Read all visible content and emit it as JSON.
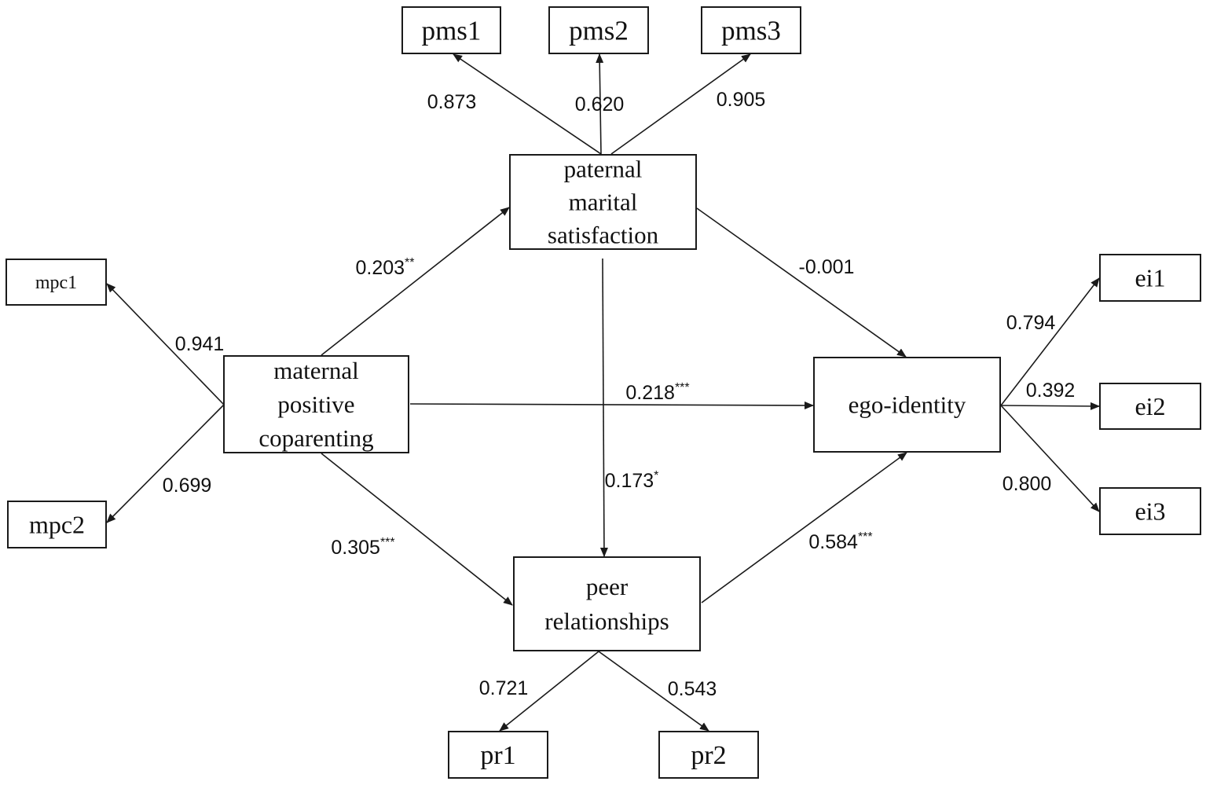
{
  "diagram": {
    "latent": [
      {
        "id": "pms",
        "label_lines": [
          "paternal",
          "marital",
          "satisfaction"
        ]
      },
      {
        "id": "mpc",
        "label_lines": [
          "maternal",
          "positive",
          "coparenting"
        ]
      },
      {
        "id": "pr",
        "label_lines": [
          "peer",
          "relationships"
        ]
      },
      {
        "id": "ei",
        "label_lines": [
          "ego-identity"
        ]
      }
    ],
    "indicators": [
      {
        "id": "pms1",
        "label": "pms1"
      },
      {
        "id": "pms2",
        "label": "pms2"
      },
      {
        "id": "pms3",
        "label": "pms3"
      },
      {
        "id": "mpc1",
        "label": "mpc1"
      },
      {
        "id": "mpc2",
        "label": "mpc2"
      },
      {
        "id": "ei1",
        "label": "ei1"
      },
      {
        "id": "ei2",
        "label": "ei2"
      },
      {
        "id": "ei3",
        "label": "ei3"
      },
      {
        "id": "pr1",
        "label": "pr1"
      },
      {
        "id": "pr2",
        "label": "pr2"
      }
    ],
    "loadings": [
      {
        "from": "pms",
        "to": "pms1",
        "value": "0.873",
        "sig": ""
      },
      {
        "from": "pms",
        "to": "pms2",
        "value": "0.620",
        "sig": ""
      },
      {
        "from": "pms",
        "to": "pms3",
        "value": "0.905",
        "sig": ""
      },
      {
        "from": "mpc",
        "to": "mpc1",
        "value": "0.941",
        "sig": ""
      },
      {
        "from": "mpc",
        "to": "mpc2",
        "value": "0.699",
        "sig": ""
      },
      {
        "from": "ei",
        "to": "ei1",
        "value": "0.794",
        "sig": ""
      },
      {
        "from": "ei",
        "to": "ei2",
        "value": "0.392",
        "sig": ""
      },
      {
        "from": "ei",
        "to": "ei3",
        "value": "0.800",
        "sig": ""
      },
      {
        "from": "pr",
        "to": "pr1",
        "value": "0.721",
        "sig": ""
      },
      {
        "from": "pr",
        "to": "pr2",
        "value": "0.543",
        "sig": ""
      }
    ],
    "paths": [
      {
        "from": "mpc",
        "to": "pms",
        "value": "0.203",
        "sig": "**"
      },
      {
        "from": "pms",
        "to": "ei",
        "value": "-0.001",
        "sig": ""
      },
      {
        "from": "mpc",
        "to": "ei",
        "value": "0.218",
        "sig": "***"
      },
      {
        "from": "pms",
        "to": "pr",
        "value": "0.173",
        "sig": "*"
      },
      {
        "from": "mpc",
        "to": "pr",
        "value": "0.305",
        "sig": "***"
      },
      {
        "from": "pr",
        "to": "ei",
        "value": "0.584",
        "sig": "***"
      }
    ],
    "colors": {
      "stroke": "#1a1a1a",
      "text": "#111111",
      "background": "#ffffff"
    }
  }
}
